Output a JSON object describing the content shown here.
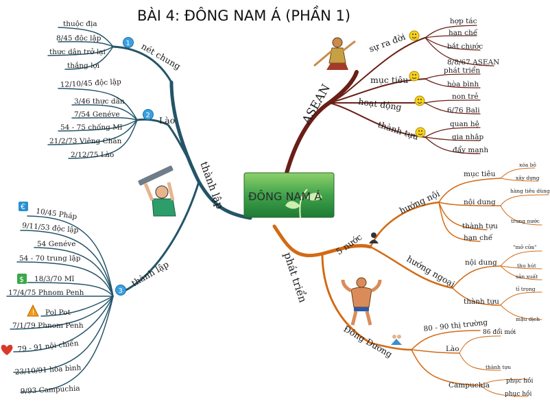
{
  "title": "BÀI 4: ĐÔNG NAM Á (PHẦN 1)",
  "center": "ĐÔNG NAM Á",
  "colors": {
    "left": "#245468",
    "asean": "#6a1f16",
    "phattrien": "#d26a14"
  },
  "left": {
    "branch": "thành lập",
    "netchung": {
      "label": "nét chung",
      "num": "1",
      "items": [
        "thuộc địa",
        "8/45 độc lập",
        "thực dân trở lại",
        "thắng lợi"
      ]
    },
    "lao": {
      "label": "Lào",
      "num": "2",
      "items": [
        "12/10/45 độc lập",
        "3/46 thực dân",
        "7/54 Genéve",
        "54 - 75 chống Mĩ",
        "21/2/73 Viêng Chăn",
        "2/12/75 Lào"
      ]
    },
    "thanhlap": {
      "label": "thành lập",
      "num": "3",
      "items": [
        "10/45 Pháp",
        "9/11/53 độc lập",
        "54 Genéve",
        "54 - 70 trung lập",
        "18/3/70 Mĩ",
        "17/4/75 Phnom Penh",
        "Pol Pot",
        "7/1/79 Phnom Penh",
        "79 - 91 nội chiến",
        "23/10/91 hòa bình",
        "9/93 Campuchia"
      ]
    }
  },
  "asean": {
    "branch": "ASEAN",
    "suradoi": {
      "label": "sự ra đời",
      "items": [
        "hợp tác",
        "hạn chế",
        "bắt chước",
        "8/8/67 ASEAN"
      ]
    },
    "muctieu": {
      "label": "mục tiêu",
      "items": [
        "phát triển",
        "hòa bình"
      ]
    },
    "hoatdong": {
      "label": "hoạt động",
      "items": [
        "non trẻ",
        "6/76 Bali"
      ]
    },
    "thanhtuu": {
      "label": "thành tựu",
      "items": [
        "quan hệ",
        "gia nhập",
        "đẩy mạnh"
      ]
    }
  },
  "phattrien": {
    "branch": "phát triển",
    "nammuoc": "5 nước",
    "huongnoi": {
      "label": "hướng nội",
      "muctieu": "mục tiêu",
      "muctieu_items": [
        "xóa bỏ",
        "xây dựng"
      ],
      "noidung": "nội dung",
      "noidung_items": [
        "hàng tiêu dùng",
        "trung nước"
      ],
      "thanhtuu": "thành tựu",
      "hanche": "hạn chế"
    },
    "huongngoai": {
      "label": "hướng ngoại",
      "noidung": "nội dung",
      "noidung_items": [
        "\"mở cửa\"",
        "thu hút",
        "sản xuất"
      ],
      "thanhtuu": "thành tựu",
      "thanhtuu_items": [
        "tỉ trọng",
        "mậu dịch"
      ]
    },
    "dongduong": {
      "label": "Đông Dương",
      "items": [
        "80 - 90 thị trường"
      ],
      "lao": "Lào",
      "lao_items": [
        "86 đổi mới",
        "thành tựu"
      ],
      "campuchia": "Campuchia",
      "campuchia_items": [
        "phục hồi",
        "phục hồi"
      ]
    }
  }
}
